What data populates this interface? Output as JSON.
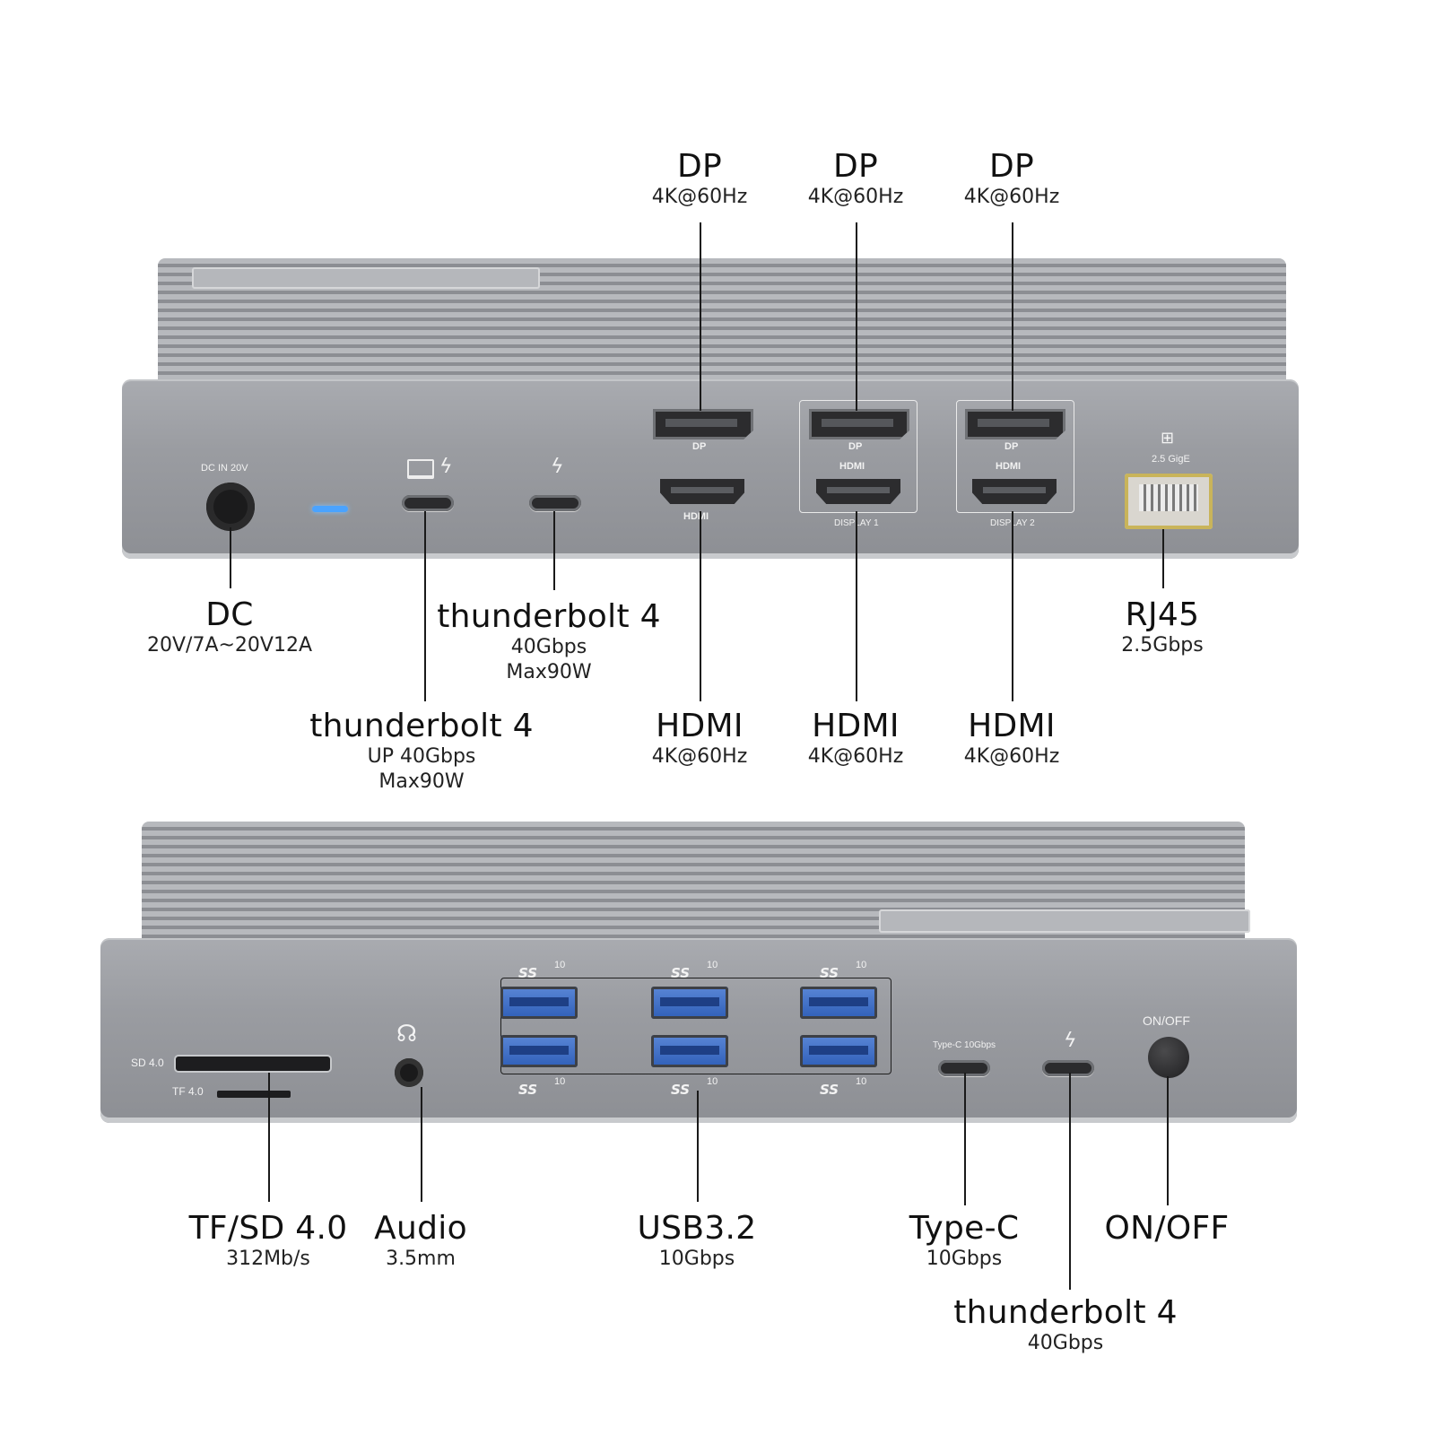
{
  "top_labels": {
    "dp1": {
      "title": "DP",
      "spec": "4K@60Hz"
    },
    "dp2": {
      "title": "DP",
      "spec": "4K@60Hz"
    },
    "dp3": {
      "title": "DP",
      "spec": "4K@60Hz"
    },
    "dc": {
      "title": "DC",
      "spec": "20V/7A~20V12A"
    },
    "tb_down": {
      "title": "thunderbolt 4",
      "spec1": "40Gbps",
      "spec2": "Max90W"
    },
    "tb_up": {
      "title": "thunderbolt 4",
      "spec1": "UP 40Gbps",
      "spec2": "Max90W"
    },
    "hdmi1": {
      "title": "HDMI",
      "spec": "4K@60Hz"
    },
    "hdmi2": {
      "title": "HDMI",
      "spec": "4K@60Hz"
    },
    "hdmi3": {
      "title": "HDMI",
      "spec": "4K@60Hz"
    },
    "rj45": {
      "title": "RJ45",
      "spec": "2.5Gbps"
    }
  },
  "top_device": {
    "dc_in": "DC IN 20V",
    "display1": "DISPLAY 1",
    "display2": "DISPLAY 2",
    "gige": "2.5 GigE",
    "hdmi_logo": "HDMI",
    "dp_logo": "DP"
  },
  "bottom_labels": {
    "tfsd": {
      "title": "TF/SD 4.0",
      "spec": "312Mb/s"
    },
    "audio": {
      "title": "Audio",
      "spec": "3.5mm"
    },
    "usb": {
      "title": "USB3.2",
      "spec": "10Gbps"
    },
    "typec": {
      "title": "Type-C",
      "spec": "10Gbps"
    },
    "onoff": {
      "title": "ON/OFF"
    },
    "tb": {
      "title": "thunderbolt 4",
      "spec": "40Gbps"
    }
  },
  "bottom_device": {
    "sd": "SD 4.0",
    "tf": "TF 4.0",
    "typec_small": "Type-C 10Gbps",
    "onoff_small": "ON/OFF",
    "ss_mark": "SS",
    "ss_num": "10"
  },
  "colors": {
    "led": "#4aa3ff",
    "usb_blue": "#3a6cc8",
    "body": "#9b9da2"
  }
}
